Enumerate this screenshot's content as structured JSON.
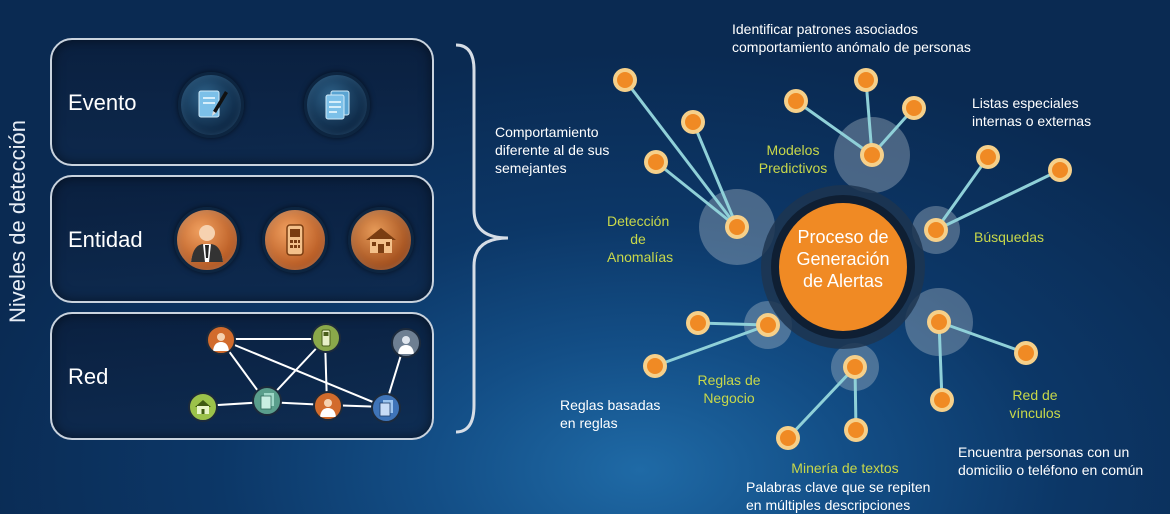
{
  "vertical_title": "Niveles de detección",
  "levels": [
    {
      "label": "Evento"
    },
    {
      "label": "Entidad"
    },
    {
      "label": "Red"
    }
  ],
  "center_label": [
    "Proceso de",
    "Generación",
    "de Alertas"
  ],
  "categories": {
    "anomalias": [
      "Detección",
      "de",
      "Anomalías"
    ],
    "modelos": [
      "Modelos",
      "Predictivos"
    ],
    "busquedas": [
      "Búsquedas"
    ],
    "reglas": [
      "Reglas de",
      "Negocio"
    ],
    "mineria": [
      "Minería de textos"
    ],
    "red": [
      "Red de",
      "vínculos"
    ]
  },
  "annotations": {
    "comportamiento": [
      "Comportamiento",
      "diferente al de sus",
      "semejantes"
    ],
    "patrones": [
      "Identificar patrones asociados",
      "comportamiento anómalo de personas"
    ],
    "listas": [
      "Listas especiales",
      "internas o externas"
    ],
    "reglas_basadas": [
      "Reglas basadas",
      "en reglas"
    ],
    "palabras": [
      "Palabras clave que se repiten",
      "en múltiples descripciones"
    ],
    "encuentra": [
      "Encuentra personas con un",
      "domicilio o teléfono en común"
    ]
  },
  "colors": {
    "node_fill": "#f08a24",
    "node_ring": "#f6d08a",
    "line": "#8fd0d8",
    "category_text": "#c8d84a",
    "center_fill": "#f08a24",
    "center_ring": "#20384f"
  },
  "icons": {
    "event": [
      "document-pen-icon",
      "documents-icon"
    ],
    "entity": [
      "person-icon",
      "phone-icon",
      "house-icon"
    ],
    "network": [
      "person-icon",
      "phone-icon",
      "person-gray-icon",
      "house-icon",
      "documents-icon",
      "person-icon",
      "documents-icon"
    ]
  }
}
